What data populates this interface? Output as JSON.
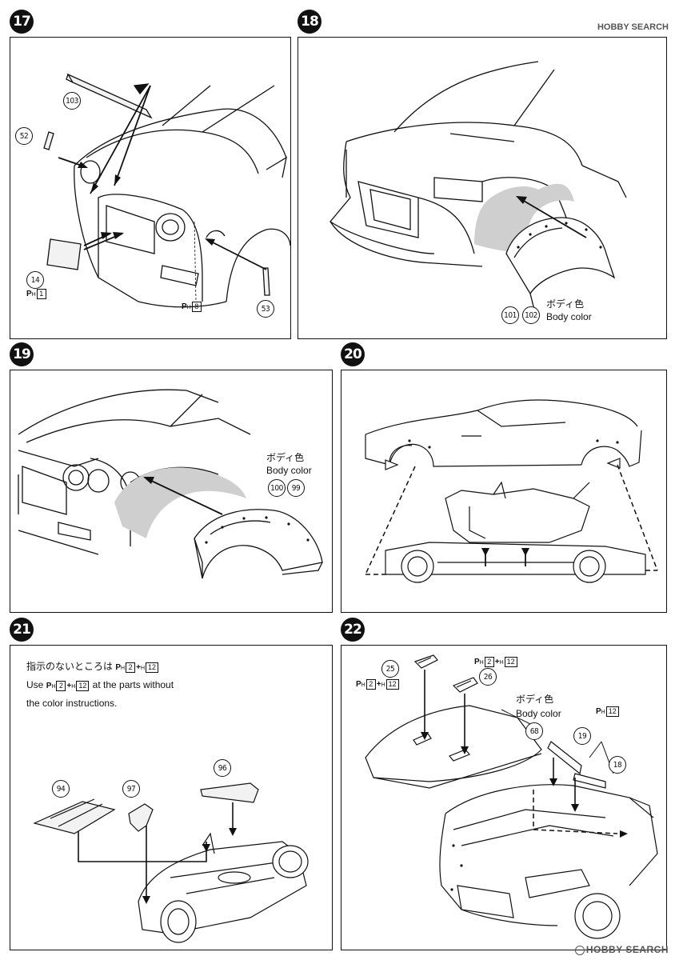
{
  "steps": {
    "s17": {
      "number": "17",
      "parts": {
        "p103": "103",
        "p52": "52",
        "p14": "14",
        "p53": "53"
      },
      "paint_left": {
        "p": "P",
        "sub": "H",
        "box": "1"
      },
      "paint_right": {
        "p": "P",
        "sub": "H",
        "box": "8"
      }
    },
    "s18": {
      "number": "18",
      "parts": {
        "p101": "101",
        "p102": "102"
      },
      "color_jp": "ボディ色",
      "color_en": "Body color"
    },
    "s19": {
      "number": "19",
      "parts": {
        "p100": "100",
        "p99": "99"
      },
      "color_jp": "ボディ色",
      "color_en": "Body color"
    },
    "s20": {
      "number": "20"
    },
    "s21": {
      "number": "21",
      "parts": {
        "p94": "94",
        "p97": "97",
        "p96": "96"
      },
      "note_jp": "指示のないところは",
      "note_en_1": "Use",
      "note_en_2": "at the parts without",
      "note_en_3": "the color instructions.",
      "paint": {
        "p": "P",
        "sub": "H",
        "box1": "2",
        "plus": "+",
        "sub2": "H",
        "box2": "12"
      }
    },
    "s22": {
      "number": "22",
      "parts": {
        "p25": "25",
        "p26": "26",
        "p68": "68",
        "p19": "19",
        "p18": "18"
      },
      "color_jp": "ボディ色",
      "color_en": "Body color",
      "paint": {
        "p": "P",
        "sub": "H",
        "box1": "2",
        "plus": "+",
        "sub2": "H",
        "box2": "12",
        "box3": "12"
      }
    }
  },
  "watermark": "HOBBY SEARCH",
  "header_mark": "HOBBY SEARCH"
}
